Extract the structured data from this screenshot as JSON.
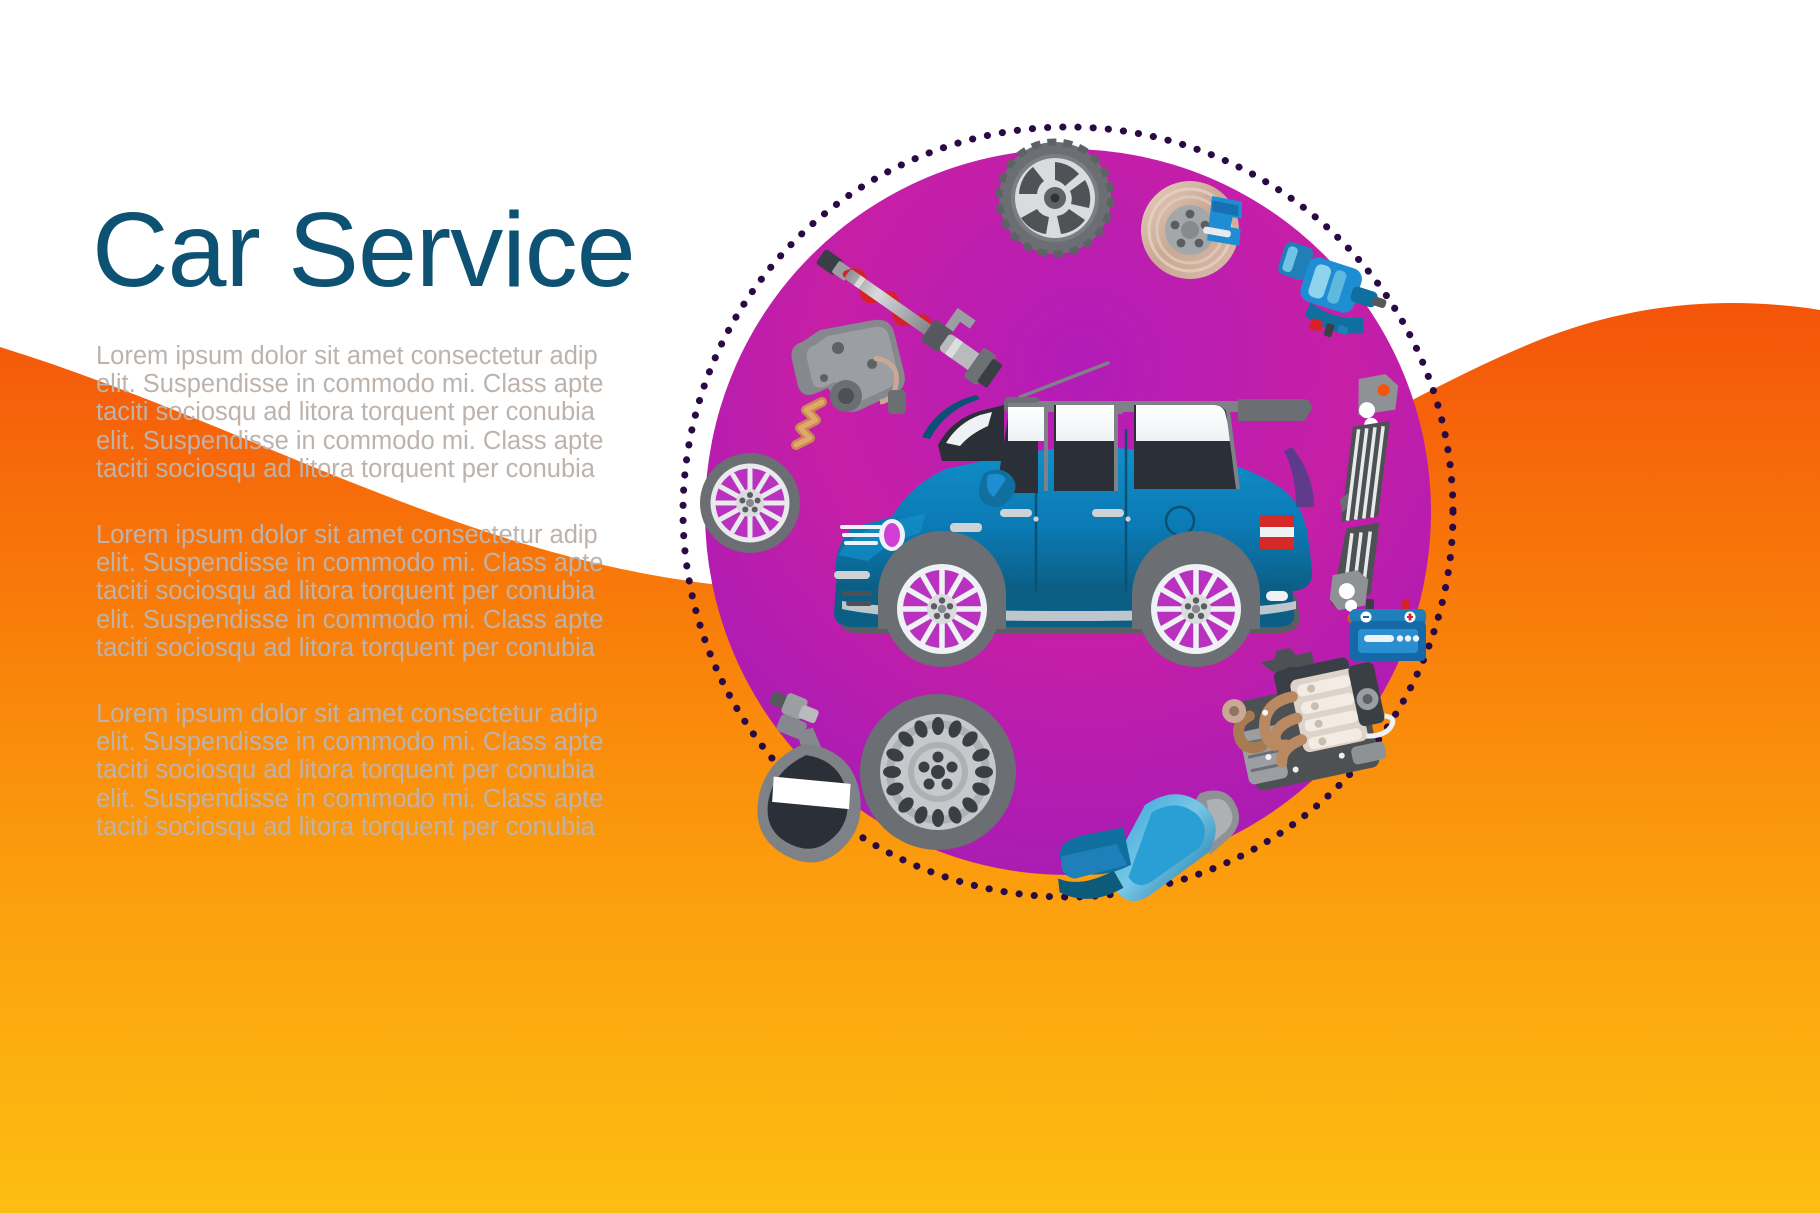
{
  "header": {
    "title": "Car Service"
  },
  "body": {
    "paragraphs": [
      "Lorem ipsum dolor sit amet  consectetur adip\nelit. Suspendisse in commodo mi. Class apte\ntaciti sociosqu ad litora torquent per conubia\nelit. Suspendisse in commodo mi. Class apte\ntaciti sociosqu ad litora torquent per conubia",
      "Lorem ipsum dolor sit amet  consectetur adip\nelit. Suspendisse in commodo mi. Class apte\ntaciti sociosqu ad litora torquent per conubia\nelit. Suspendisse in commodo mi. Class apte\ntaciti sociosqu ad litora torquent per conubia",
      "Lorem ipsum dolor sit amet  consectetur adip\nelit. Suspendisse in commodo mi. Class apte\ntaciti sociosqu ad litora torquent per conubia\nelit. Suspendisse in commodo mi. Class apte\ntaciti sociosqu ad litora torquent per conubia"
    ]
  },
  "colors": {
    "title": "#0d5272",
    "body_text": "#bdb3ad",
    "background_white": "#ffffff",
    "orange_top": "#f4540a",
    "orange_bottom": "#fdbe12",
    "circle_purple_top": "#9b1fb5",
    "circle_magenta": "#cc1f9e",
    "circle_purple_bottom": "#a61cb0",
    "dotted_ring": "#2a0a45",
    "car_blue": "#0b7ab5",
    "car_blue_dark": "#0d5a7a",
    "wheel_rim": "#d8d8d8",
    "wheel_accent": "#cf3fd4",
    "battery_blue": "#1e6ea8",
    "brake_caliper_blue": "#1f8dd4",
    "spring_red": "#d6202a",
    "tail_light_red": "#d62a2a"
  },
  "illustration": {
    "name": "car-service-parts-circle",
    "center_vehicle": "blue-suv-side-view",
    "parts": [
      {
        "id": "shock-absorber",
        "label": "shock-absorber-icon"
      },
      {
        "id": "alloy-wheel-tire",
        "label": "alloy-wheel-tire-icon"
      },
      {
        "id": "brake-disc-caliper",
        "label": "brake-disc-caliper-icon"
      },
      {
        "id": "air-filter-housing",
        "label": "air-filter-housing-icon"
      },
      {
        "id": "gearbox",
        "label": "gearbox-icon"
      },
      {
        "id": "sport-rim-tire",
        "label": "sport-rim-tire-icon"
      },
      {
        "id": "wiper-blade",
        "label": "wiper-blade-icon"
      },
      {
        "id": "car-battery",
        "label": "car-battery-icon"
      },
      {
        "id": "engine-block",
        "label": "engine-block-icon"
      },
      {
        "id": "car-seat",
        "label": "car-seat-icon"
      },
      {
        "id": "spare-tire",
        "label": "spare-tire-icon"
      },
      {
        "id": "washer-fluid-bottle",
        "label": "washer-fluid-bottle-icon"
      }
    ]
  }
}
